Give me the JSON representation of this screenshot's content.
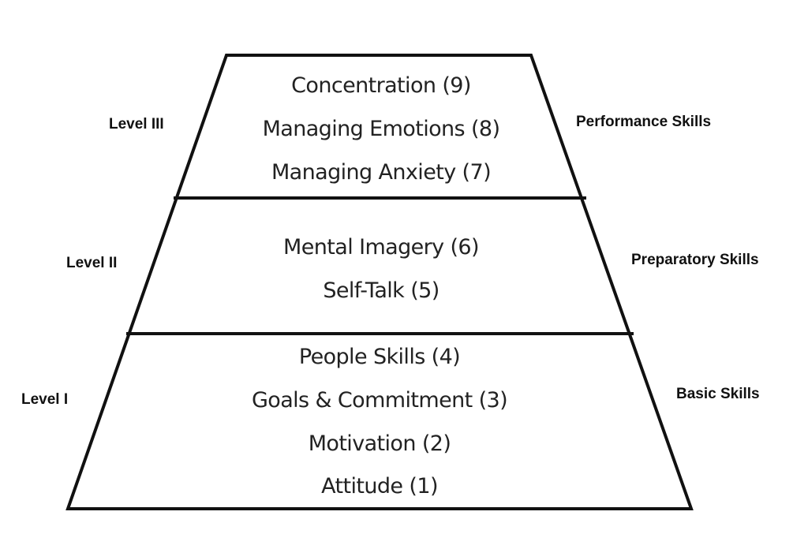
{
  "levels": [
    {
      "level_label": "Level III",
      "category_label": "Performance Skills",
      "skills": [
        "Concentration (9)",
        "Managing Emotions (8)",
        "Managing Anxiety (7)"
      ]
    },
    {
      "level_label": "Level II",
      "category_label": "Preparatory Skills",
      "skills": [
        "Mental Imagery (6)",
        "Self-Talk (5)"
      ]
    },
    {
      "level_label": "Level I",
      "category_label": "Basic Skills",
      "skills": [
        "People Skills (4)",
        "Goals & Commitment (3)",
        "Motivation (2)",
        "Attitude (1)"
      ]
    }
  ],
  "colors": {
    "outline": "#111111",
    "text": "#222222",
    "background": "#ffffff"
  }
}
